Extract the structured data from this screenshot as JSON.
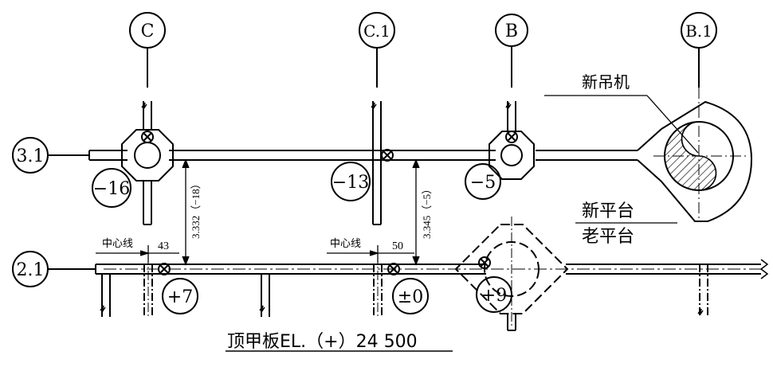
{
  "axes": {
    "c": "C",
    "c1": "C.1",
    "b": "B",
    "b1": "B.1",
    "row_31": "3.1",
    "row_21": "2.1"
  },
  "labels": {
    "new_crane": "新吊机",
    "new_platform": "新平台",
    "old_platform": "老平台",
    "centerline_1": "中心线",
    "centerline_2": "中心线",
    "title": "顶甲板EL.（+）24  500"
  },
  "dimensions": {
    "offset_43": "43",
    "offset_50": "50",
    "dim_c": "3.332（−18）",
    "dim_c1": "3.345（−5）"
  },
  "elevation_tags": {
    "t_m16": "−16",
    "t_m13": "−13",
    "t_m5": "−5",
    "t_p7": "+7",
    "t_pm0": "±0",
    "t_p9": "+9"
  }
}
